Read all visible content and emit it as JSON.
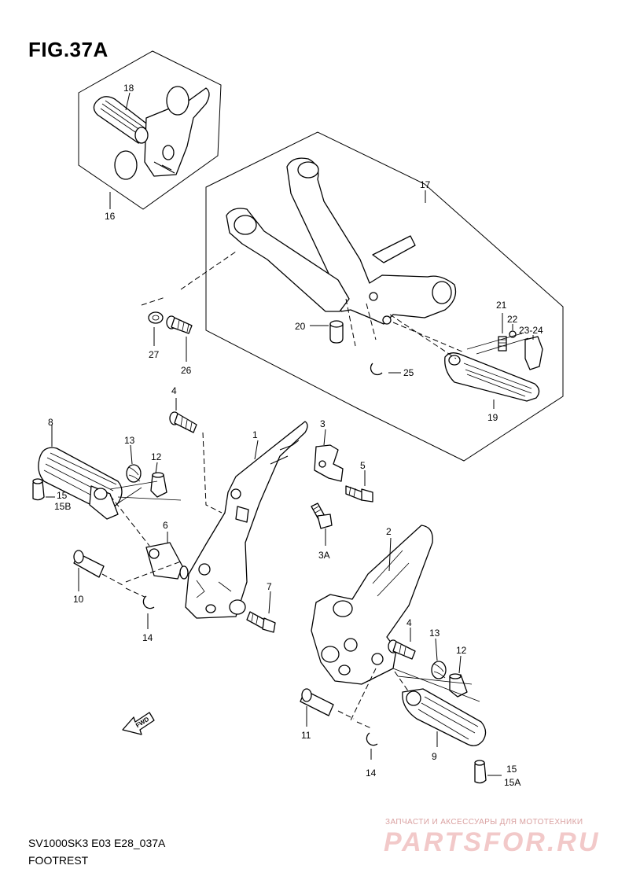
{
  "figure": {
    "title": "FIG.37A"
  },
  "footer": {
    "model_code": "SV1000SK3 E03 E28_037A",
    "section_name": "FOOTREST"
  },
  "watermark": {
    "tagline": "ЗАПЧАСТИ И АКСЕССУАРЫ ДЛЯ МОТОТЕХНИКИ",
    "logo_text": "PARTSFOR.RU"
  },
  "fwd_arrow": {
    "text": "FWD"
  },
  "callouts": {
    "p18": "18",
    "p16": "16",
    "p17": "17",
    "p20": "20",
    "p21": "21",
    "p22": "22",
    "p23_24": "23-24",
    "p25": "25",
    "p19": "19",
    "p27": "27",
    "p26": "26",
    "p4a": "4",
    "p3": "3",
    "p1": "1",
    "p8": "8",
    "p13a": "13",
    "p12a": "12",
    "p15a": "15",
    "p15b": "15B",
    "p5": "5",
    "p3a": "3A",
    "p6": "6",
    "p2": "2",
    "p10": "10",
    "p7": "7",
    "p14a": "14",
    "p4b": "4",
    "p13b": "13",
    "p12b": "12",
    "p11": "11",
    "p14b": "14",
    "p9": "9",
    "p15c": "15",
    "p15d": "15A"
  }
}
